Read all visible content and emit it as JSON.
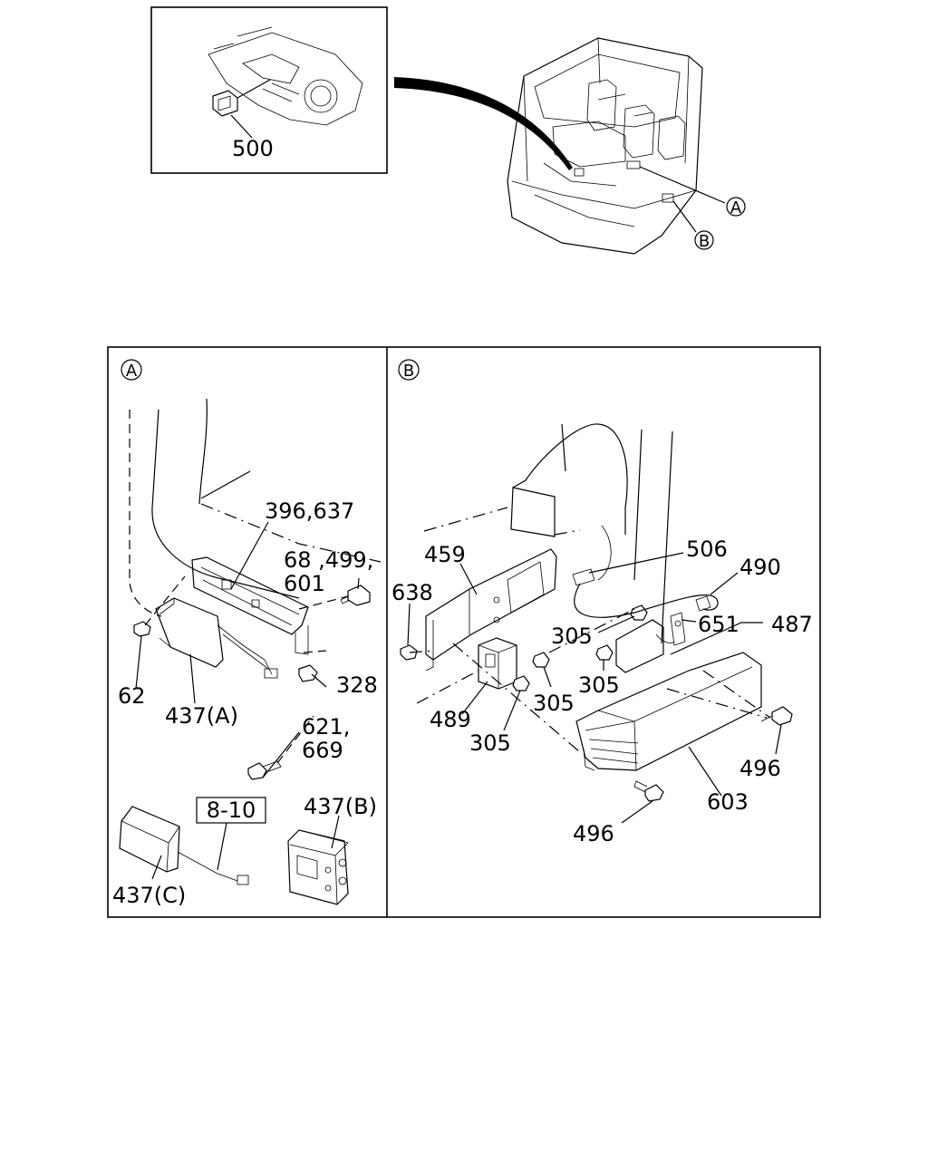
{
  "inset": {
    "part": "500"
  },
  "cab_callouts": {
    "a": "A",
    "b": "B"
  },
  "panel_a": {
    "badge": "A",
    "labels": {
      "l396": "396,637",
      "l68a": "68 ,499,",
      "l68b": "601",
      "l62": "62",
      "l437a": "437(A)",
      "l328": "328",
      "l621a": "621,",
      "l621b": "669",
      "l810": "8-10",
      "l437b": "437(B)",
      "l437c": "437(C)"
    }
  },
  "panel_b": {
    "badge": "B",
    "labels": {
      "l459": "459",
      "l506": "506",
      "l490": "490",
      "l638": "638",
      "l305a": "305",
      "l651": "651",
      "l487": "487",
      "l305b": "305",
      "l305c": "305",
      "l489": "489",
      "l305d": "305",
      "l496a": "496",
      "l603": "603",
      "l496b": "496"
    }
  }
}
